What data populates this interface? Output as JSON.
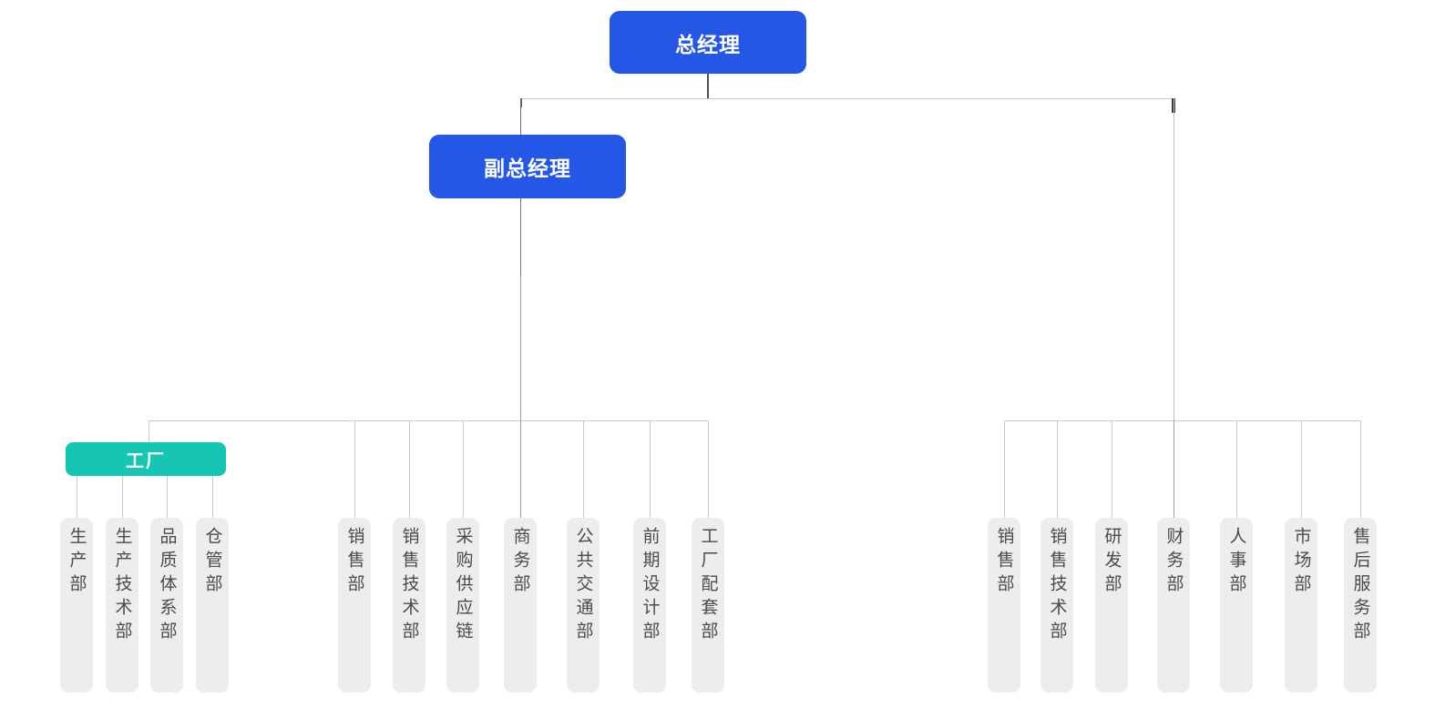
{
  "palette": {
    "primary_blue": "#2457E6",
    "teal": "#16C5B4",
    "leaf_background": "#EDEDED",
    "leaf_text": "#4B4B4F",
    "connector_light": "#C9C9C9",
    "connector_dark": "#4F4F4F"
  },
  "org": {
    "root": {
      "label": "总经理"
    },
    "deputy": {
      "label": "副总经理"
    },
    "factory": {
      "label": "工厂"
    },
    "factory_departments": [
      {
        "label": "生产部"
      },
      {
        "label": "生产技术部"
      },
      {
        "label": "品质体系部"
      },
      {
        "label": "仓管部"
      }
    ],
    "deputy_departments": [
      {
        "label": "销售部"
      },
      {
        "label": "销售技术部"
      },
      {
        "label": "采购供应链"
      },
      {
        "label": "商务部"
      },
      {
        "label": "公共交通部"
      },
      {
        "label": "前期设计部"
      },
      {
        "label": "工厂配套部"
      }
    ],
    "root_departments": [
      {
        "label": "销售部"
      },
      {
        "label": "销售技术部"
      },
      {
        "label": "研发部"
      },
      {
        "label": "财务部"
      },
      {
        "label": "人事部"
      },
      {
        "label": "市场部"
      },
      {
        "label": "售后服务部"
      }
    ]
  }
}
